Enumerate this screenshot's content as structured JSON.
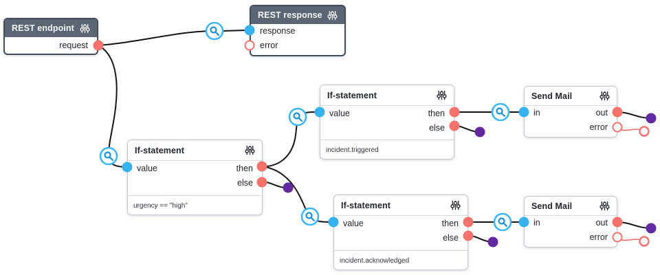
{
  "app": {
    "view": "flow-editor-canvas"
  },
  "colors": {
    "canvas_background": "#ffffff",
    "dark_node_header": "#5c6573",
    "dark_node_border": "#444c5a",
    "light_node_border": "#c2c8d2",
    "input_port_blue": "#35b2ef",
    "output_port_red": "#f4716c",
    "dangling_endpoint_purple": "#61289f",
    "wire_black": "#141414",
    "error_wire_red": "#f4716c",
    "magnifier_ring_blue": "#3db5f2",
    "magnifier_glyph_blue": "#1a8fd4"
  },
  "icons": {
    "node_header_icon": "sliders-icon",
    "wire_badge_icon": "magnifier-icon"
  },
  "nodes": [
    {
      "title": "REST endpoint",
      "outputs": [
        "request"
      ]
    },
    {
      "title": "REST response",
      "inputs": [
        "response",
        "error"
      ]
    },
    {
      "title": "If-statement",
      "inputs": [
        "value"
      ],
      "outputs": [
        "then",
        "else"
      ],
      "footer": "urgency == \"high\""
    },
    {
      "title": "If-statement",
      "inputs": [
        "value"
      ],
      "outputs": [
        "then",
        "else"
      ],
      "footer": "incident.triggered"
    },
    {
      "title": "If-statement",
      "inputs": [
        "value"
      ],
      "outputs": [
        "then",
        "else"
      ],
      "footer": "incident.acknowledged"
    },
    {
      "title": "Send Mail",
      "inputs": [
        "in"
      ],
      "outputs": [
        "out",
        "error"
      ]
    },
    {
      "title": "Send Mail",
      "inputs": [
        "in"
      ],
      "outputs": [
        "out",
        "error"
      ]
    }
  ]
}
